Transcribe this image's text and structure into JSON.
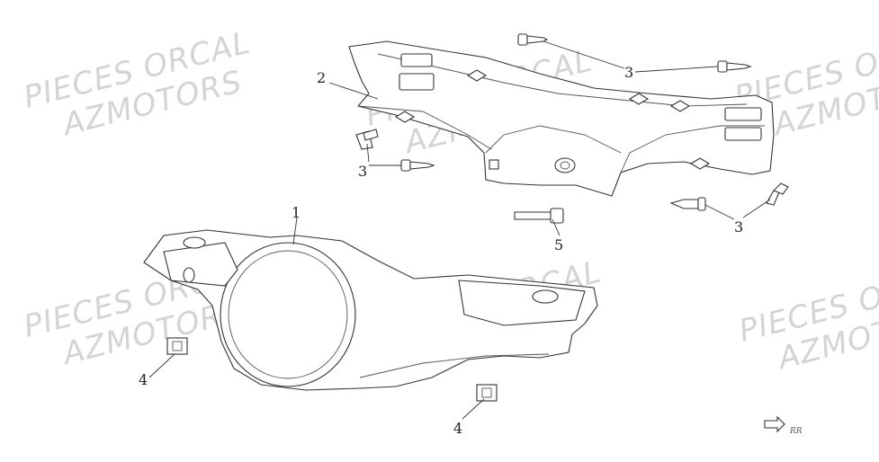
{
  "watermark": {
    "line1": "PIECES ORCAL",
    "line2": "AZMOTORS"
  },
  "callouts": {
    "c1": "1",
    "c2": "2",
    "c3a": "3",
    "c3b": "3",
    "c3c": "3",
    "c4a": "4",
    "c4b": "4",
    "c5": "5"
  },
  "corner_mark": "RR",
  "colors": {
    "line": "#333333",
    "watermark": "#d4d4d4",
    "background": "#ffffff"
  }
}
